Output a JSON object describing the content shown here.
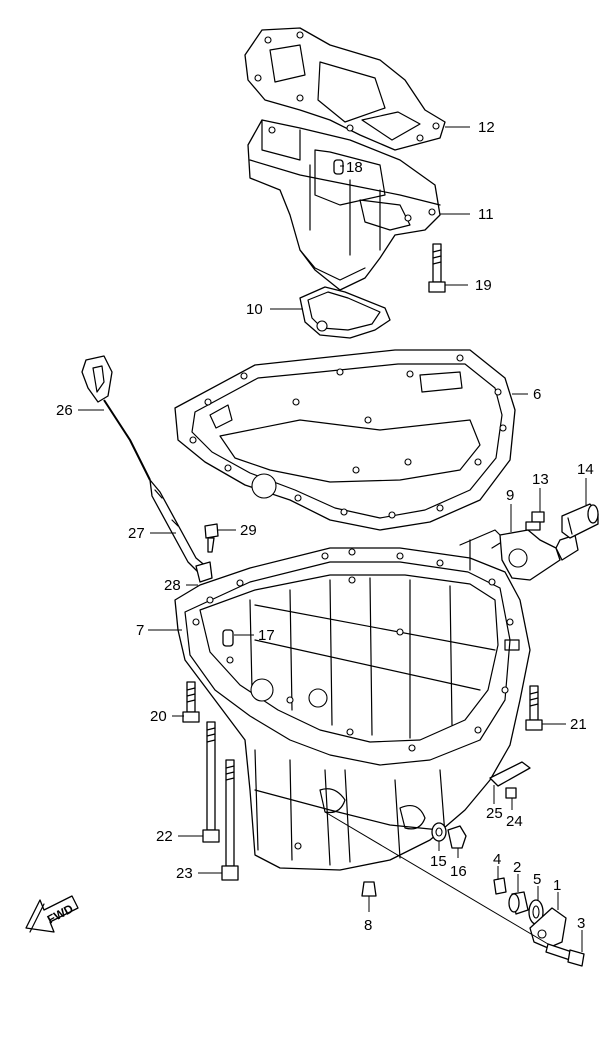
{
  "callouts": [
    "1",
    "2",
    "3",
    "4",
    "5",
    "6",
    "7",
    "8",
    "9",
    "10",
    "11",
    "12",
    "13",
    "14",
    "15",
    "16",
    "17",
    "18",
    "19",
    "20",
    "21",
    "22",
    "23",
    "24",
    "25",
    "26",
    "27",
    "28",
    "29"
  ],
  "fwd_label": "FWD"
}
